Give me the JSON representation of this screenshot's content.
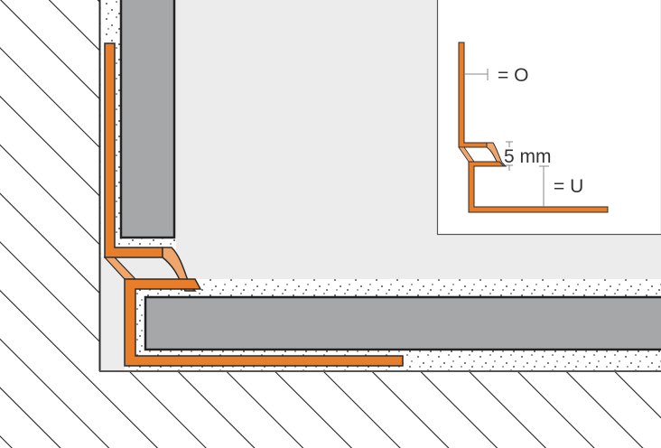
{
  "diagram": {
    "type": "tile-edge-profile-cross-section",
    "colors": {
      "profile": "#e87d2a",
      "profile_light": "#f0a66b",
      "tile": "#a6a7a9",
      "room_background": "#ececec",
      "substrate_hatch": "#222222",
      "adhesive": "#ffffff",
      "outline": "#2b2b2b",
      "inset_border": "#555555",
      "dimension_line": "#888888"
    },
    "inset": {
      "label_upper": "= O",
      "label_gap": "5 mm",
      "label_lower": "= U"
    },
    "elements": {
      "wall_substrate": "Wall substrate (hatched)",
      "floor_substrate": "Floor substrate (hatched)",
      "wall_tile": "Wall tile",
      "floor_tile": "Floor tile",
      "upper_profile": "Upper profile leg",
      "lower_profile": "Lower profile leg",
      "movement_joint": "Flexible connection"
    }
  }
}
